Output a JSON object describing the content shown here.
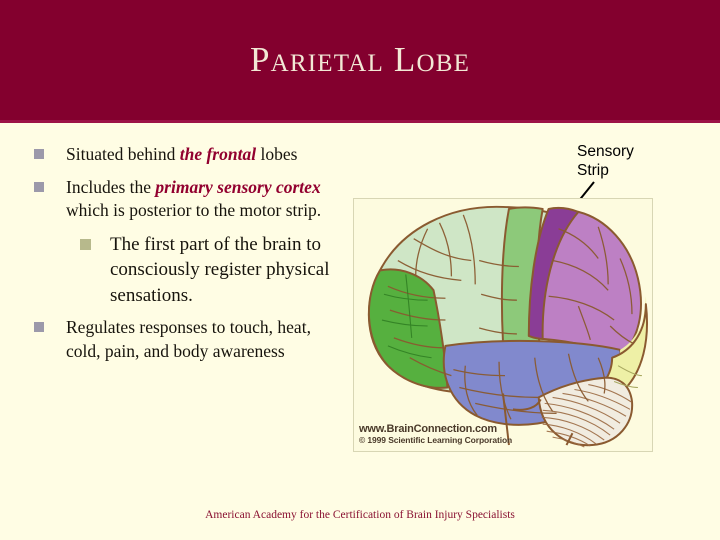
{
  "slide": {
    "title": "Parietal Lobe",
    "background_color": "#fffde4",
    "banner_color": "#83002e",
    "title_color": "#f2e8d5",
    "accent_color": "#92002f"
  },
  "bullets": [
    {
      "level": 1,
      "marker": "square-bullet",
      "marker_color": "#9c99aa",
      "segments": [
        {
          "text": "Situated behind ",
          "emphasis": false
        },
        {
          "text": "the frontal",
          "emphasis": true
        },
        {
          "text": " lobes",
          "emphasis": false
        }
      ],
      "plain": "Situated behind the frontal lobes"
    },
    {
      "level": 1,
      "marker": "square-bullet",
      "marker_color": "#9c99aa",
      "segments": [
        {
          "text": "Includes the ",
          "emphasis": false
        },
        {
          "text": "primary sensory cortex",
          "emphasis": true
        },
        {
          "text": " which is posterior to the motor strip.",
          "emphasis": false
        }
      ],
      "plain": "Includes the primary sensory cortex which is posterior to the motor strip."
    },
    {
      "level": 2,
      "marker": "square-bullet",
      "marker_color": "#b7b98c",
      "segments": [
        {
          "text": "The first part of the brain to consciously register physical sensations.",
          "emphasis": false
        }
      ],
      "plain": "The first part of the brain to consciously register physical sensations."
    },
    {
      "level": 1,
      "marker": "square-bullet",
      "marker_color": "#9c99aa",
      "segments": [
        {
          "text": "Regulates responses to touch, heat, cold, pain, and body awareness",
          "emphasis": false
        }
      ],
      "plain": "Regulates responses to touch, heat, cold, pain, and body awareness"
    }
  ],
  "callout": {
    "line1": "Sensory",
    "line2": "Strip",
    "leader_line": "diagonal-leader-line"
  },
  "figure": {
    "alt_name": "lateral-brain-lobes-diagram",
    "credit_line1": "www.BrainConnection.com",
    "credit_line2": "© 1999 Scientific Learning Corporation",
    "regions": [
      {
        "name": "frontal-lobe-pale",
        "color": "#cfe6c6"
      },
      {
        "name": "frontal-pole-green",
        "color": "#56b03f"
      },
      {
        "name": "motor-strip-green",
        "color": "#8dc97a"
      },
      {
        "name": "sensory-strip-purple",
        "color": "#8a3d96"
      },
      {
        "name": "parietal-lobe-magenta",
        "color": "#bd80c4"
      },
      {
        "name": "temporal-lobe-blue",
        "color": "#8189cd"
      },
      {
        "name": "occipital-lobe-yellow",
        "color": "#eef0a6"
      },
      {
        "name": "cerebellum-tan",
        "color": "#f0ece0"
      }
    ],
    "outline_color": "#8a5a30"
  },
  "footer": {
    "text": "American Academy for the Certification of Brain Injury Specialists"
  }
}
